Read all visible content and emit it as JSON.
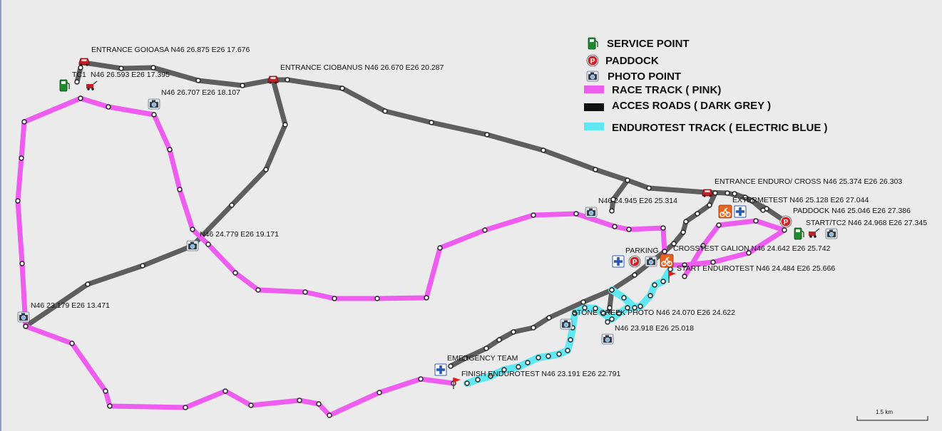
{
  "colors": {
    "race_track": "#ee5cf0",
    "access_road": "#5e5e5e",
    "endurotest_track": "#5fe8f2",
    "map_background": "#ebebeb"
  },
  "legend": {
    "items": [
      {
        "icon": "fuel-pump-icon",
        "label": "SERVICE POINT"
      },
      {
        "icon": "paddock-icon",
        "label": "PADDOCK"
      },
      {
        "icon": "camera-icon",
        "label": "PHOTO POINT"
      },
      {
        "icon": "pink-swatch",
        "label": "RACE TRACK ( PINK)"
      },
      {
        "icon": "black-swatch",
        "label": "ACCES ROADS ( DARK GREY )"
      },
      {
        "icon": "cyan-swatch",
        "label": "ENDUROTEST TRACK ( ELECTRIC BLUE )"
      }
    ]
  },
  "labels": {
    "entrance_goioasa": "ENTRANCE GOIOASA N46 26.875 E26 17.676",
    "tc1": "TC1",
    "tc1_coords": "N46 26.593 E26 17.395",
    "photo_1": "N46 26.707 E26 18.107",
    "entrance_ciobanus": "ENTRANCE CIOBANUS N46 26.670 E26 20.287",
    "photo_center": "N46 24.779 E26 19.171",
    "photo_west": "N46 23.179 E26 13.471",
    "entrance_enduro": "ENTRANCE ENDURO/ CROSS  N46 25.374 E26 26.303",
    "extremetest": "EXTERMETEST N46 25.128 E26 27.044",
    "paddock_east": "PADDOCK N46 25.046 E26 27.386",
    "start_tc2": "START/TC2  N46 24.968 E26 27.345",
    "photo_ne": "N46 24.945 E26 25.314",
    "parking": "PARKING",
    "crosstest": "CROSSTEST GALION N46 24.642 E26 25.742",
    "start_endurotest": "START ENDUROTEST N46 24.484 E26 25.666",
    "stone_creek": "STONE CREEK PHOTO N46 24.070 E26 24.622",
    "photo_sc2": "N46 23.918 E26 25.018",
    "emergency": "EMERGENCY TEAM",
    "finish_endurotest": "FINISH ENDUROTEST  N46 23.191 E26 22.791"
  },
  "scale": {
    "label": "1.5 km"
  }
}
